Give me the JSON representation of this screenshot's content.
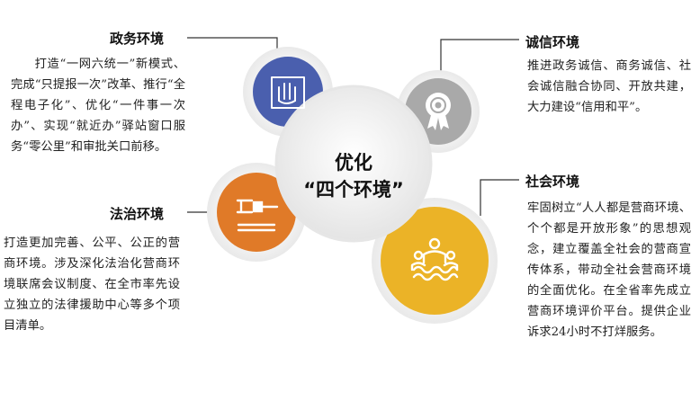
{
  "center": {
    "line1": "优化",
    "line2": "“四个环境”"
  },
  "sections": {
    "zhengwu": {
      "title": "政务环境",
      "text": "打造“一网六统一”新模式、完成“只提报一次”改革、推行“全程电子化”、优化“一件事一次办”、实现“就近办”驿站窗口服务“零公里”和审批关口前移。",
      "icon": "hand-icon",
      "color": "#4a5fae"
    },
    "chengxin": {
      "title": "诚信环境",
      "text": "推进政务诚信、商务诚信、社会诚信融合协同、开放共建，大力建设“信用和平”。",
      "icon": "award-badge-icon",
      "color": "#a9a9a9"
    },
    "fazhi": {
      "title": "法治环境",
      "text": "打造更加完善、公平、公正的营商环境。涉及深化法治化营商环境联席会议制度、在全市率先设立独立的法律援助中心等多个项目清单。",
      "icon": "gavel-icon",
      "color": "#e07a28"
    },
    "shehui": {
      "title": "社会环境",
      "text": "牢固树立“人人都是营商环境、个个都是开放形象”的思想观念，建立覆盖全社会的营商宣传体系，带动全社会营商环境的全面优化。在全省率先成立营商环境评价平台。提供企业诉求24小时不打烊服务。",
      "icon": "people-icon",
      "color": "#ebb327"
    }
  }
}
